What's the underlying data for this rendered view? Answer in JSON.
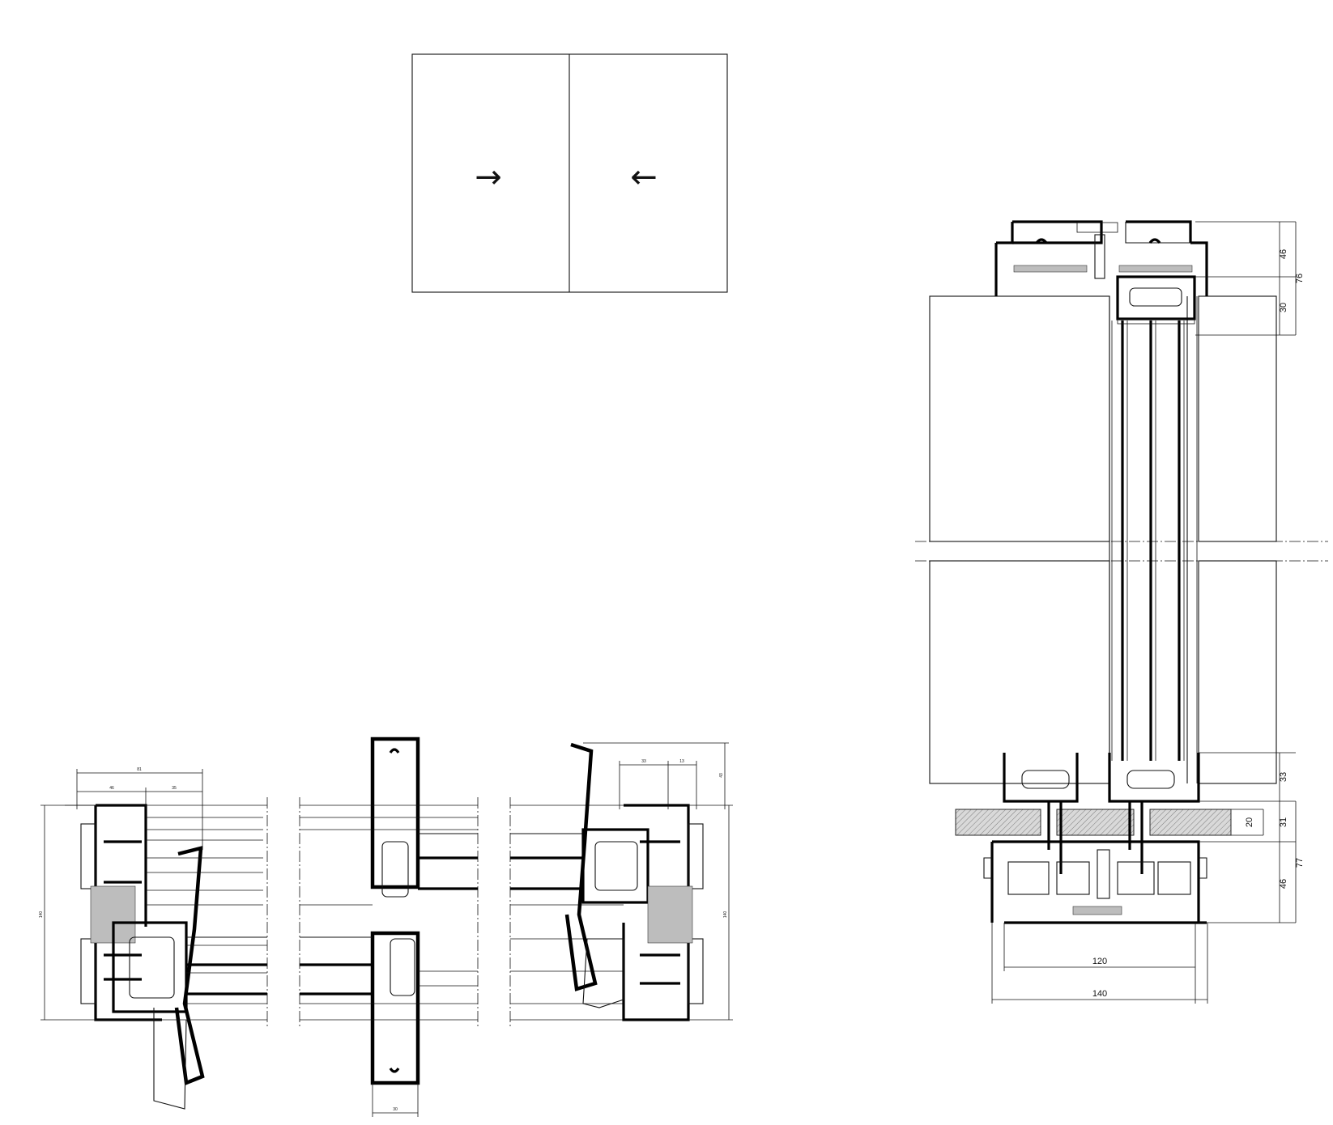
{
  "elevation": {
    "arrow_left": "→",
    "arrow_right": "←"
  },
  "vertical_section": {
    "dims_right": [
      "46",
      "76",
      "30",
      "33",
      "20",
      "31",
      "77",
      "46"
    ],
    "dims_bottom": [
      "120",
      "140"
    ]
  },
  "horizontal_section": {
    "dims_top_left": [
      "81",
      "46",
      "35"
    ],
    "dims_top_right": [
      "33",
      "13",
      "43"
    ],
    "dim_left": "140",
    "dim_right": "140",
    "dim_bottom": "30"
  }
}
